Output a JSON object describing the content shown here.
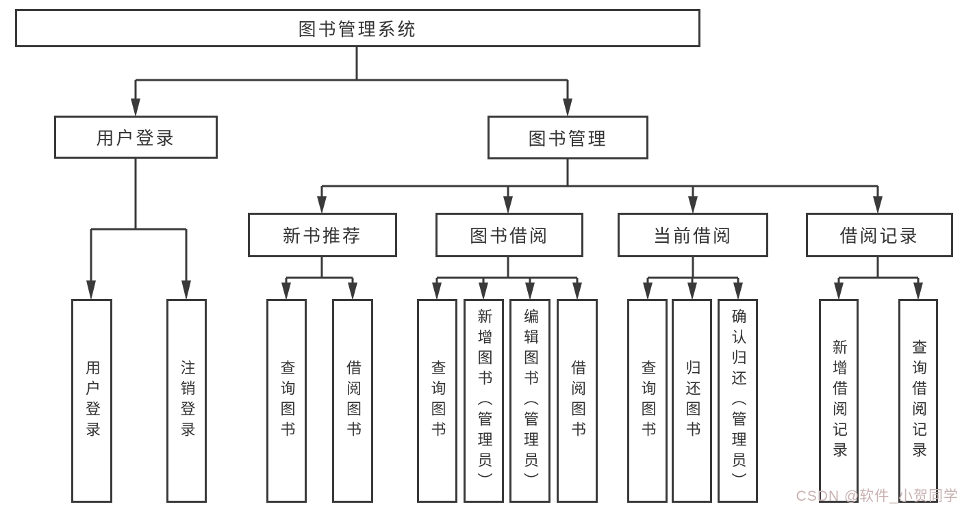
{
  "nodes": {
    "root": "图书管理系统",
    "user_login": "用户登录",
    "book_mgmt": "图书管理",
    "new_book_rec": "新书推荐",
    "book_borrow": "图书借阅",
    "current_borrow": "当前借阅",
    "borrow_records": "借阅记录",
    "leaf_user_login": "用户登录",
    "leaf_logout": "注销登录",
    "leaf_query_book_a": "查询图书",
    "leaf_borrow_book_a": "借阅图书",
    "leaf_query_book_b": "查询图书",
    "leaf_add_book_admin": "新增图书（管理员）",
    "leaf_edit_book_admin": "编辑图书（管理员）",
    "leaf_borrow_book_b": "借阅图书",
    "leaf_query_book_c": "查询图书",
    "leaf_return_book": "归还图书",
    "leaf_confirm_return_admin": "确认归还（管理员）",
    "leaf_add_borrow_record": "新增借阅记录",
    "leaf_query_borrow_record": "查询借阅记录"
  },
  "watermark": "CSDN @软件_小贺同学",
  "colors": {
    "line": "#3a3a3a",
    "text": "#333333",
    "watermark": "#c9b2b2",
    "background": "#ffffff"
  }
}
